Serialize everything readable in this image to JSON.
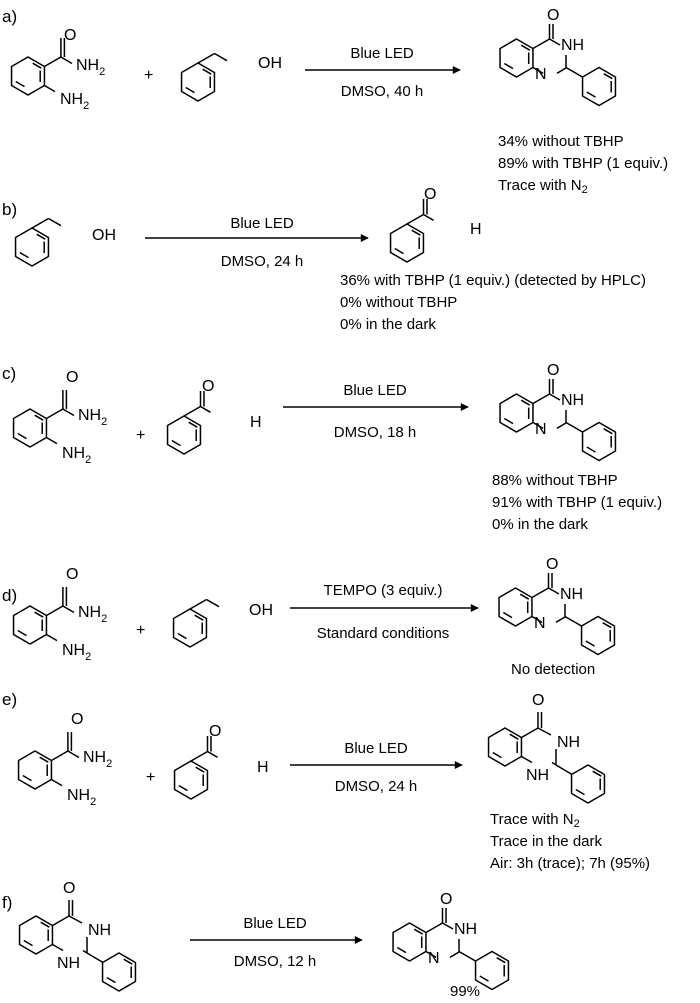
{
  "atoms": {
    "O": "O",
    "N": "N",
    "NH": "NH",
    "NH2": "NH",
    "two": "2",
    "OH": "OH",
    "H": "H",
    "plus": "+"
  },
  "schemes": [
    {
      "label": "a)",
      "above": "Blue  LED",
      "below": "DMSO, 40 h",
      "notes": [
        "34% without TBHP",
        "89% with TBHP (1 equiv.)",
        "Trace with N"
      ]
    },
    {
      "label": "b)",
      "above": "Blue  LED",
      "below": "DMSO, 24 h",
      "notes": [
        "36% with TBHP (1 equiv.) (detected by HPLC)",
        "0% without TBHP",
        "0% in the dark"
      ]
    },
    {
      "label": "c)",
      "above": "Blue  LED",
      "below": "DMSO, 18 h",
      "notes": [
        "88% without TBHP",
        "91% with TBHP (1 equiv.)",
        "0% in the dark"
      ]
    },
    {
      "label": "d)",
      "above": "TEMPO (3 equiv.)",
      "below": "Standard conditions",
      "notes": [
        "No detection"
      ]
    },
    {
      "label": "e)",
      "above": "Blue  LED",
      "below": "DMSO, 24 h",
      "notes": [
        "Trace with N",
        "Trace in the dark",
        "Air: 3h (trace);  7h (95%)"
      ]
    },
    {
      "label": "f)",
      "above": "Blue  LED",
      "below": "DMSO, 12 h",
      "notes": [
        "99%"
      ]
    }
  ]
}
